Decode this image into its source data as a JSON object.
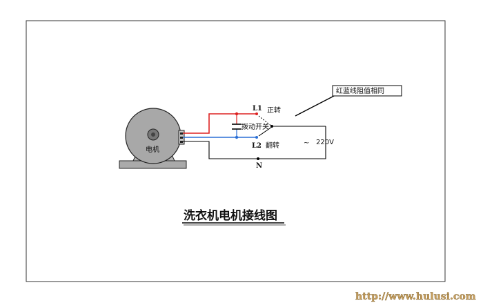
{
  "diagram": {
    "title": "洗衣机电机接线图",
    "motor_label": "电机",
    "label_l1": "L1",
    "label_l2": "L2",
    "label_n": "N",
    "label_forward": "正转",
    "label_reverse": "翻转",
    "label_switch": "拨动开关",
    "label_voltage": "220V",
    "label_ac": "~",
    "note": "红蓝线阻值相同"
  },
  "watermark": "http://www.hulusi.com",
  "colors": {
    "red_wire": "#dd2222",
    "blue_wire": "#2a6fd6",
    "black_wire": "#000000",
    "motor_gray": "#a9a9a9"
  }
}
